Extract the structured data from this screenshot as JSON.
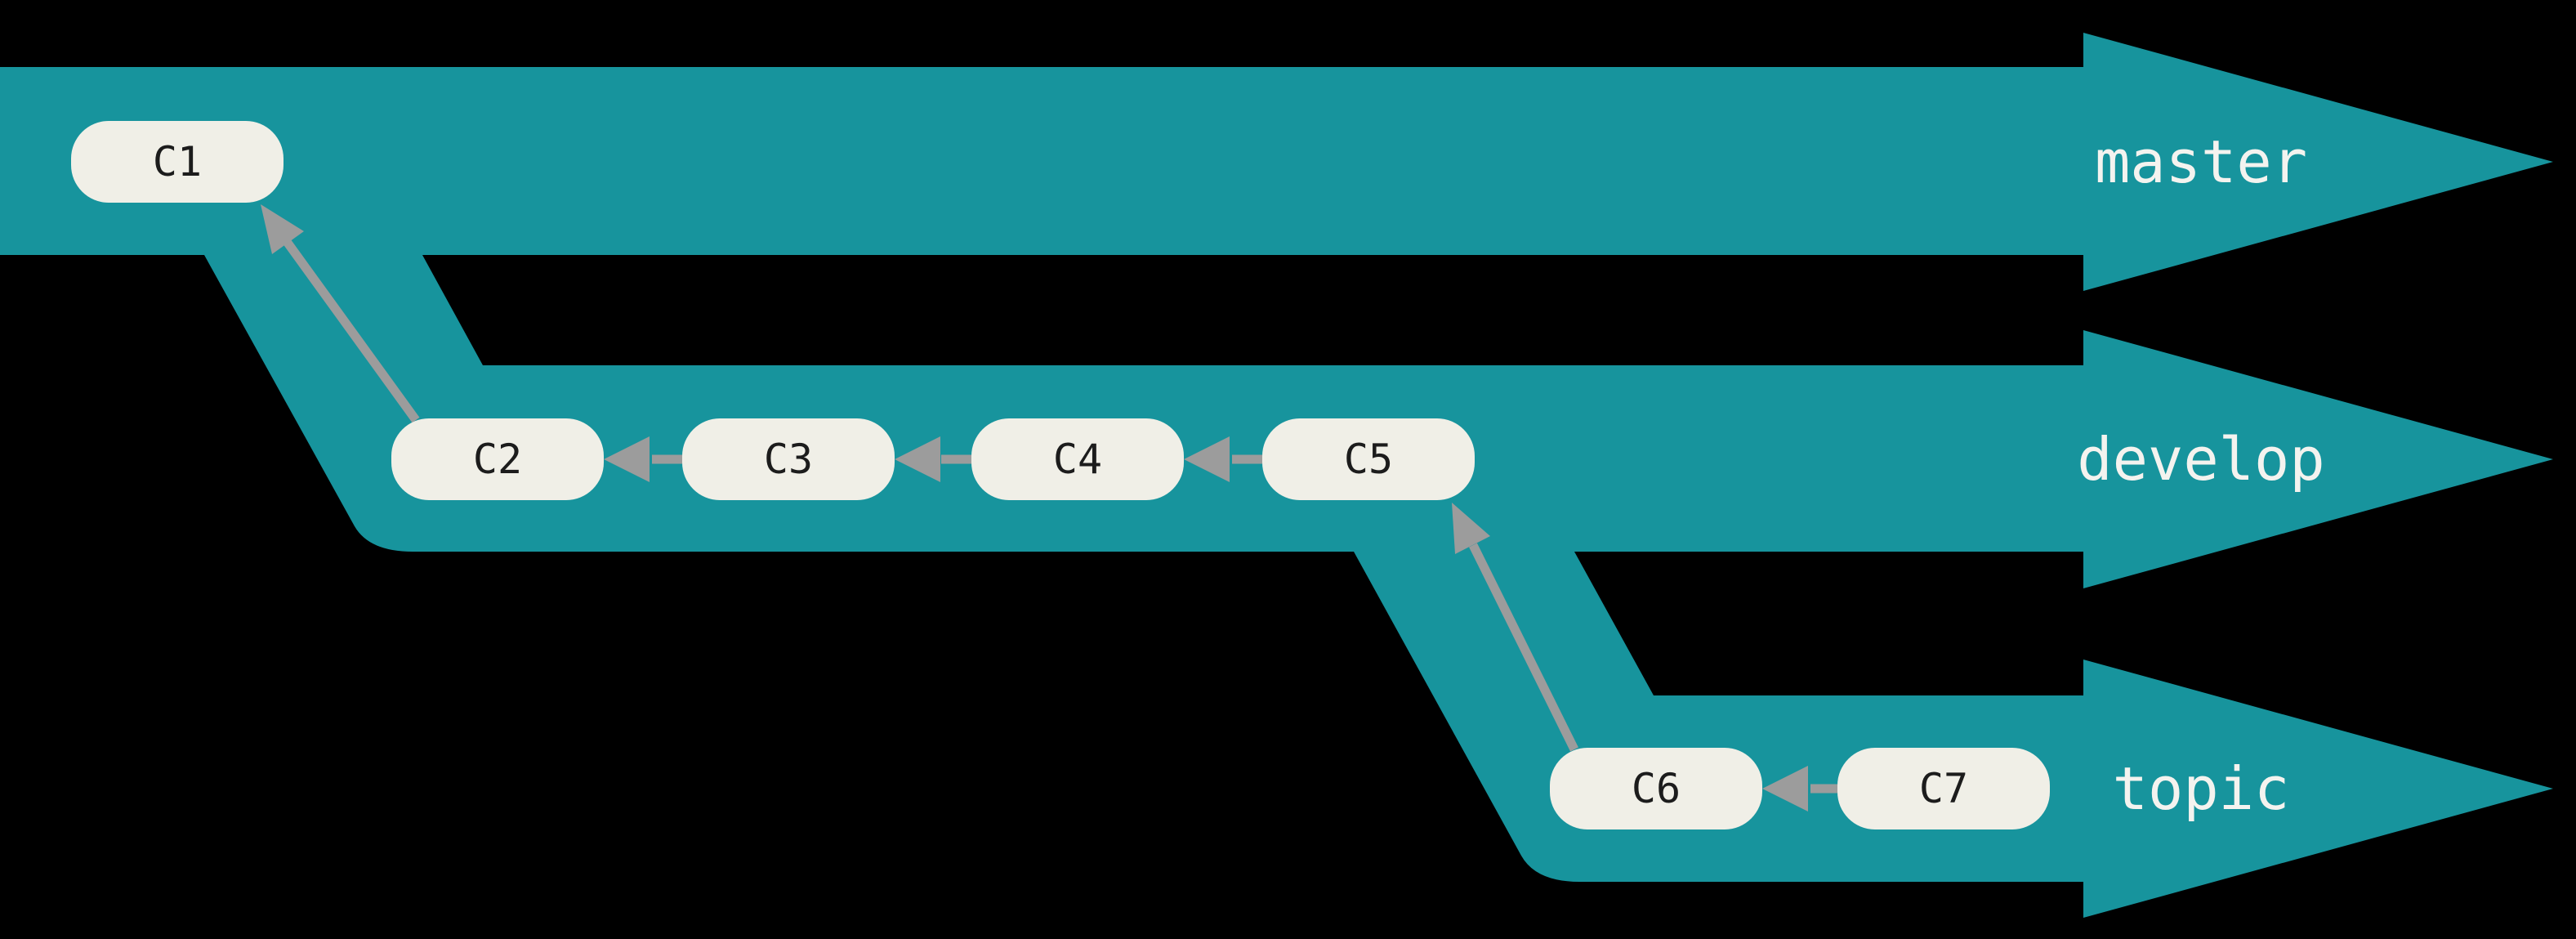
{
  "colors": {
    "bg": "#000000",
    "lane": "#17949D",
    "lane-label": "#F4F3EF",
    "node-fill": "#F0EFE7",
    "node-text": "#1C1C1C",
    "edge": "#9C9C9C"
  },
  "diagram": {
    "type": "git-branch-flow",
    "branches": [
      {
        "id": "master",
        "label": "master"
      },
      {
        "id": "develop",
        "label": "develop"
      },
      {
        "id": "topic",
        "label": "topic"
      }
    ],
    "commits": [
      {
        "id": "C1",
        "label": "C1",
        "branch": "master"
      },
      {
        "id": "C2",
        "label": "C2",
        "branch": "develop"
      },
      {
        "id": "C3",
        "label": "C3",
        "branch": "develop"
      },
      {
        "id": "C4",
        "label": "C4",
        "branch": "develop"
      },
      {
        "id": "C5",
        "label": "C5",
        "branch": "develop"
      },
      {
        "id": "C6",
        "label": "C6",
        "branch": "topic"
      },
      {
        "id": "C7",
        "label": "C7",
        "branch": "topic"
      }
    ],
    "edges": [
      {
        "from": "C2",
        "to": "C1"
      },
      {
        "from": "C3",
        "to": "C2"
      },
      {
        "from": "C4",
        "to": "C3"
      },
      {
        "from": "C5",
        "to": "C4"
      },
      {
        "from": "C6",
        "to": "C5"
      },
      {
        "from": "C7",
        "to": "C6"
      }
    ]
  }
}
